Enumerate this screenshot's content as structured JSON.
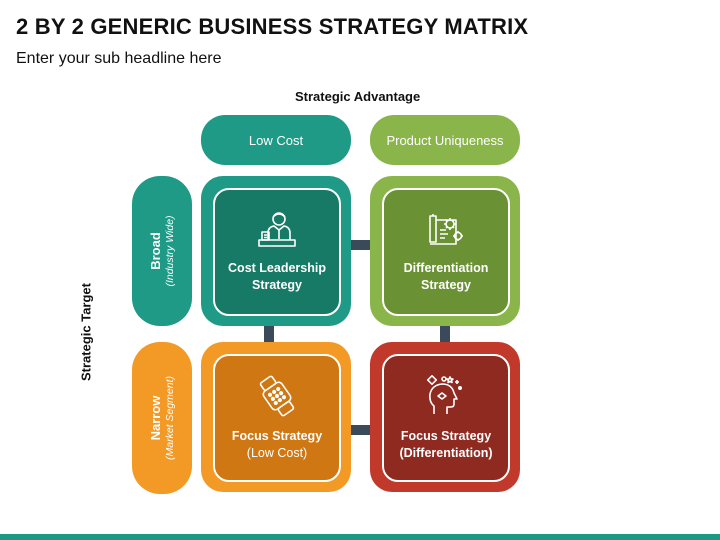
{
  "page": {
    "title": "2 BY 2 GENERIC BUSINESS STRATEGY MATRIX",
    "subtitle": "Enter your sub headline here"
  },
  "axes": {
    "top_label": "Strategic Advantage",
    "left_label": "Strategic Target"
  },
  "columns": [
    {
      "label": "Low Cost",
      "color": "#1e9a86"
    },
    {
      "label": "Product Uniqueness",
      "color": "#8ab54a"
    }
  ],
  "rows": [
    {
      "label": "Broad",
      "sublabel": "(Industry Wide)",
      "color": "#1e9a86"
    },
    {
      "label": "Narrow",
      "sublabel": "(Market Segment)",
      "color": "#f29a25"
    }
  ],
  "cells": {
    "top_left": {
      "title": "Cost Leadership Strategy",
      "sub": "",
      "icon": "businessman-desk-icon",
      "outer_color": "#1e9a86",
      "inner_color": "#177a66"
    },
    "top_right": {
      "title": "Differentiation Strategy",
      "sub": "",
      "icon": "blueprint-gears-icon",
      "outer_color": "#8ab54a",
      "inner_color": "#6a9234"
    },
    "bottom_left": {
      "title": "Focus Strategy",
      "sub": "(Low Cost)",
      "icon": "smartwatch-icon",
      "outer_color": "#f29a25",
      "inner_color": "#cf7712"
    },
    "bottom_right": {
      "title": "Focus Strategy",
      "sub": "(Differentiation)",
      "icon": "head-ideas-icon",
      "outer_color": "#c0392b",
      "inner_color": "#8e2a20"
    }
  },
  "accent_color": "#1a9a86"
}
